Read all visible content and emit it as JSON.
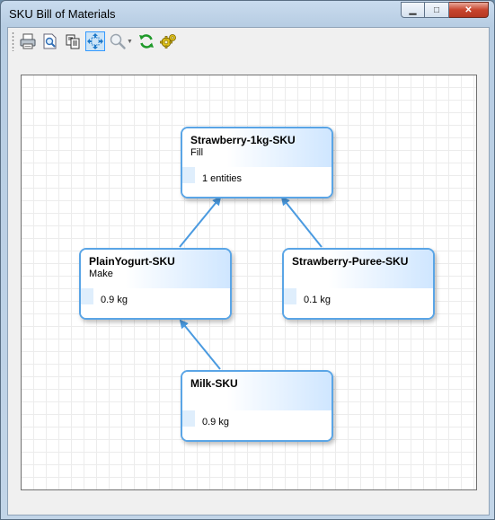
{
  "window": {
    "title": "SKU Bill of Materials"
  },
  "caption_buttons": {
    "minimize": "▁",
    "maximize": "□",
    "close": "✕"
  },
  "toolbar": {
    "items": [
      "print-icon",
      "print-preview-icon",
      "copy-icon",
      "fit-to-window-icon",
      "zoom-icon",
      "refresh-icon",
      "settings-gears-icon"
    ]
  },
  "nodes": {
    "strawberry_1kg": {
      "name": "Strawberry-1kg-SKU",
      "role": "Fill",
      "value": "1 entities"
    },
    "plain_yogurt": {
      "name": "PlainYogurt-SKU",
      "role": "Make",
      "value": "0.9 kg"
    },
    "strawberry_puree": {
      "name": "Strawberry-Puree-SKU",
      "role": "",
      "value": "0.1 kg"
    },
    "milk": {
      "name": "Milk-SKU",
      "role": "",
      "value": "0.9 kg"
    }
  },
  "colors": {
    "node_border": "#5aa5e6",
    "edge": "#4a9ae0",
    "node_gradient_end": "#cfe6ff"
  }
}
